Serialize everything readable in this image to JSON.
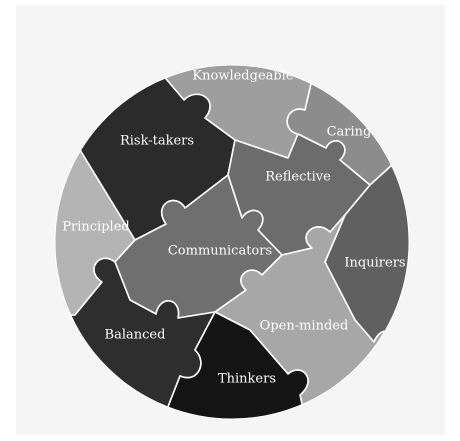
{
  "diagram": {
    "pieces": [
      {
        "id": "knowledgeable",
        "label": "Knowledgeable",
        "color": "#9e9e9e"
      },
      {
        "id": "risk-takers",
        "label": "Risk-takers",
        "color": "#2b2b2b"
      },
      {
        "id": "caring",
        "label": "Caring",
        "color": "#8c8c8c"
      },
      {
        "id": "reflective",
        "label": "Reflective",
        "color": "#6c6c6c"
      },
      {
        "id": "principled",
        "label": "Principled",
        "color": "#b4b4b4"
      },
      {
        "id": "communicators",
        "label": "Communicators",
        "color": "#6f6f6f"
      },
      {
        "id": "inquirers",
        "label": "Inquirers",
        "color": "#606060"
      },
      {
        "id": "balanced",
        "label": "Balanced",
        "color": "#2e2e2e"
      },
      {
        "id": "open-minded",
        "label": "Open-minded",
        "color": "#a7a7a7"
      },
      {
        "id": "thinkers",
        "label": "Thinkers",
        "color": "#141414"
      }
    ],
    "background_color": "#f5f5f5",
    "outline_color": "#ffffff"
  }
}
